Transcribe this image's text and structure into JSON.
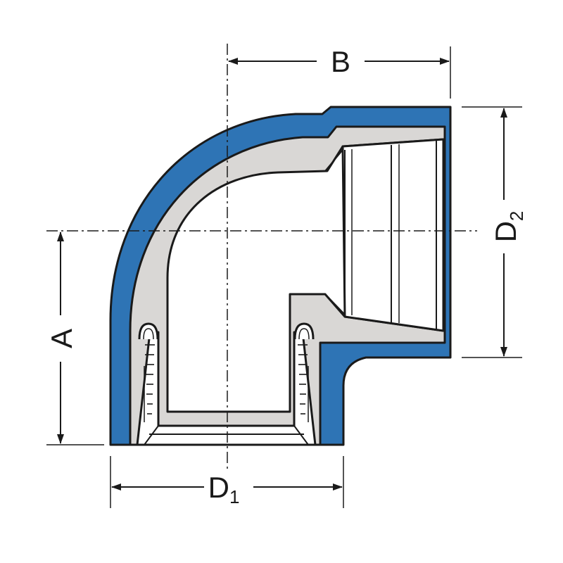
{
  "diagram": {
    "labels": {
      "b": "B",
      "a": "A",
      "d1_main": "D",
      "d1_sub": "1",
      "d2_main": "D",
      "d2_sub": "2"
    },
    "colors": {
      "outer_shell": "#2e74b5",
      "inner_body": "#d9d7d5",
      "bore": "#ffffff",
      "outline": "#1a1a1a"
    }
  }
}
